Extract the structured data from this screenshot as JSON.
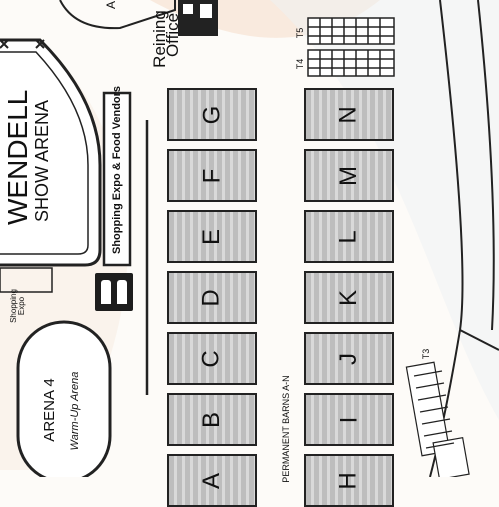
{
  "arena_name_line1": "WENDELL",
  "arena_name_line2": "SHOW ARENA",
  "arena4_title": "ARENA 4",
  "arena4_sub": "Warm-Up Arena",
  "shopping_expo_label": "Shopping Expo & Food Vendors",
  "shopping_small_1": "Shopping",
  "shopping_small_2": "Expo",
  "reining_office_line1": "Reining",
  "reining_office_line2": "Office",
  "permanent_barns_label": "PERMANENT BARNS A-N",
  "tents": [
    "T4",
    "T5",
    "T3"
  ],
  "barns_left": [
    "A",
    "B",
    "C",
    "D",
    "E",
    "F",
    "G"
  ],
  "barns_right": [
    "H",
    "I",
    "J",
    "K",
    "L",
    "M",
    "N"
  ],
  "top_partial_letter": "A",
  "colors": {
    "barn_fill": "#c8c8c8",
    "outline": "#222222",
    "highlight": "#f3d9c4"
  },
  "icons": [
    "restroom-icon",
    "restroom-icon"
  ]
}
